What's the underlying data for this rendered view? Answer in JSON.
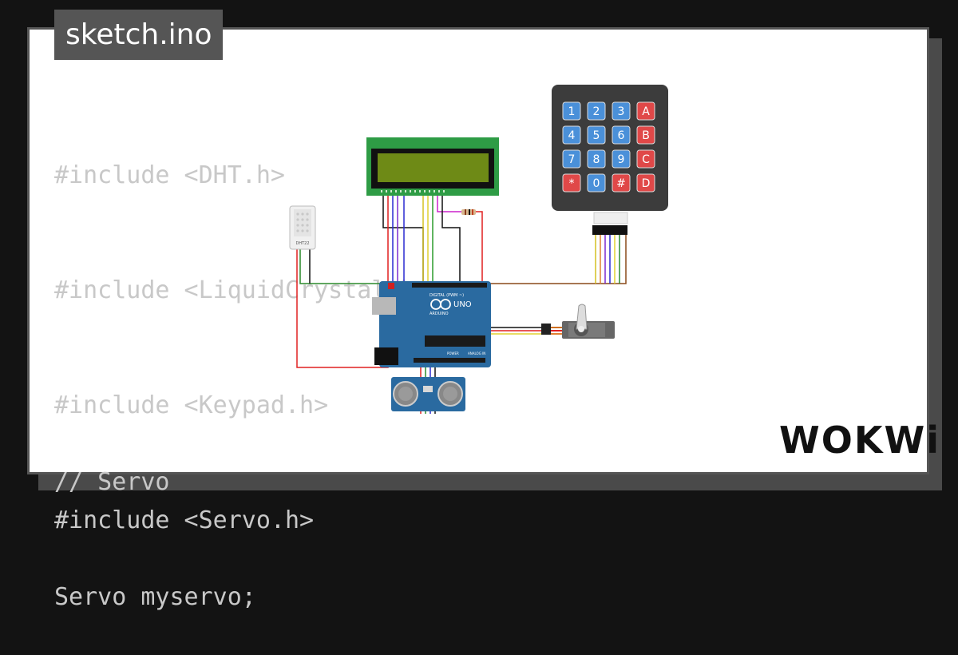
{
  "tab": {
    "title": "sketch.ino"
  },
  "code_top": [
    "#include <DHT.h>",
    "#include <LiquidCrystal.h>",
    "#include <Keypad.h>",
    "#include <Servo.h>"
  ],
  "code_bottom": [
    "// Servo",
    "Servo myservo;"
  ],
  "components": {
    "dht_label": "DHT22",
    "arduino_label": "UNO",
    "arduino_brand": "ARDUINO",
    "digital_label": "DIGITAL (PWM ~)",
    "power_label": "POWER",
    "analog_label": "ANALOG IN"
  },
  "keypad": {
    "keys": [
      [
        "1",
        "2",
        "3",
        "A"
      ],
      [
        "4",
        "5",
        "6",
        "B"
      ],
      [
        "7",
        "8",
        "9",
        "C"
      ],
      [
        "*",
        "0",
        "#",
        "D"
      ]
    ],
    "digit_color": "#4a90d9",
    "letter_color": "#e04848"
  },
  "logo": "WOKWi",
  "colors": {
    "board_blue": "#2a6aa0",
    "lcd_green": "#2e9c45",
    "lcd_screen": "#6e8a16",
    "keypad_body": "#3c3c3c"
  }
}
